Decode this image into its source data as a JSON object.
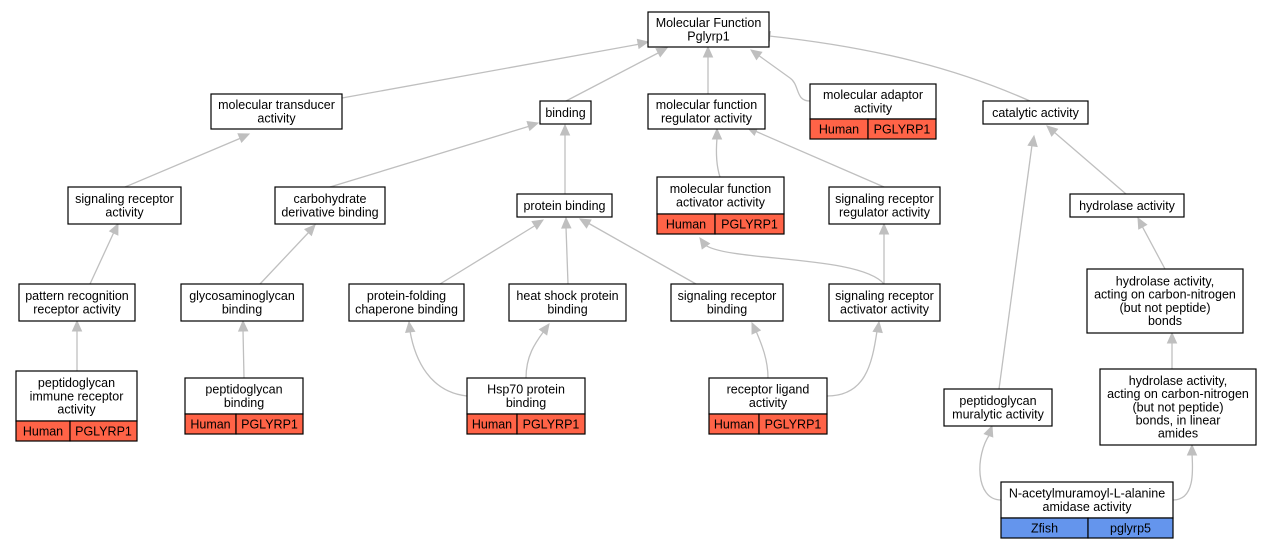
{
  "colors": {
    "human": "#ff6347",
    "zfish": "#6495ed",
    "edge": "#bfbfbf"
  },
  "nodes": {
    "root": [
      "Molecular Function",
      "Pglyrp1"
    ],
    "transducer": [
      "molecular transducer",
      "activity"
    ],
    "binding": [
      "binding"
    ],
    "regulator": [
      "molecular function",
      "regulator activity"
    ],
    "adaptor": [
      "molecular adaptor",
      "activity"
    ],
    "catalytic": [
      "catalytic activity"
    ],
    "sig_receptor": [
      "signaling receptor",
      "activity"
    ],
    "carb_binding": [
      "carbohydrate",
      "derivative binding"
    ],
    "protein_binding": [
      "protein binding"
    ],
    "activator": [
      "molecular function",
      "activator activity"
    ],
    "sig_regulator": [
      "signaling receptor",
      "regulator activity"
    ],
    "hydrolase": [
      "hydrolase activity"
    ],
    "pattern_recog": [
      "pattern recognition",
      "receptor activity"
    ],
    "gag_binding": [
      "glycosaminoglycan",
      "binding"
    ],
    "chaperone": [
      "protein-folding",
      "chaperone binding"
    ],
    "heat_shock": [
      "heat shock protein",
      "binding"
    ],
    "sig_rec_binding": [
      "signaling receptor",
      "binding"
    ],
    "sig_rec_activator": [
      "signaling receptor",
      "activator activity"
    ],
    "hydrolase_cn": [
      "hydrolase activity,",
      "acting on carbon-nitrogen",
      "(but not peptide)",
      "bonds"
    ],
    "pgn_immune": [
      "peptidoglycan",
      "immune receptor",
      "activity"
    ],
    "pgn_binding": [
      "peptidoglycan",
      "binding"
    ],
    "hsp70": [
      "Hsp70 protein",
      "binding"
    ],
    "receptor_ligand": [
      "receptor ligand",
      "activity"
    ],
    "pgn_muralytic": [
      "peptidoglycan",
      "muralytic activity"
    ],
    "hydrolase_amides": [
      "hydrolase activity,",
      "acting on carbon-nitrogen",
      "(but not peptide)",
      "bonds, in linear",
      "amides"
    ],
    "amidase": [
      "N-acetylmuramoyl-L-alanine",
      "amidase activity"
    ]
  },
  "badges": {
    "adaptor": [
      "Human",
      "PGLYRP1"
    ],
    "activator": [
      "Human",
      "PGLYRP1"
    ],
    "pgn_immune": [
      "Human",
      "PGLYRP1"
    ],
    "pgn_binding": [
      "Human",
      "PGLYRP1"
    ],
    "hsp70": [
      "Human",
      "PGLYRP1"
    ],
    "receptor_ligand": [
      "Human",
      "PGLYRP1"
    ],
    "amidase": [
      "Zfish",
      "pglyrp5"
    ]
  }
}
